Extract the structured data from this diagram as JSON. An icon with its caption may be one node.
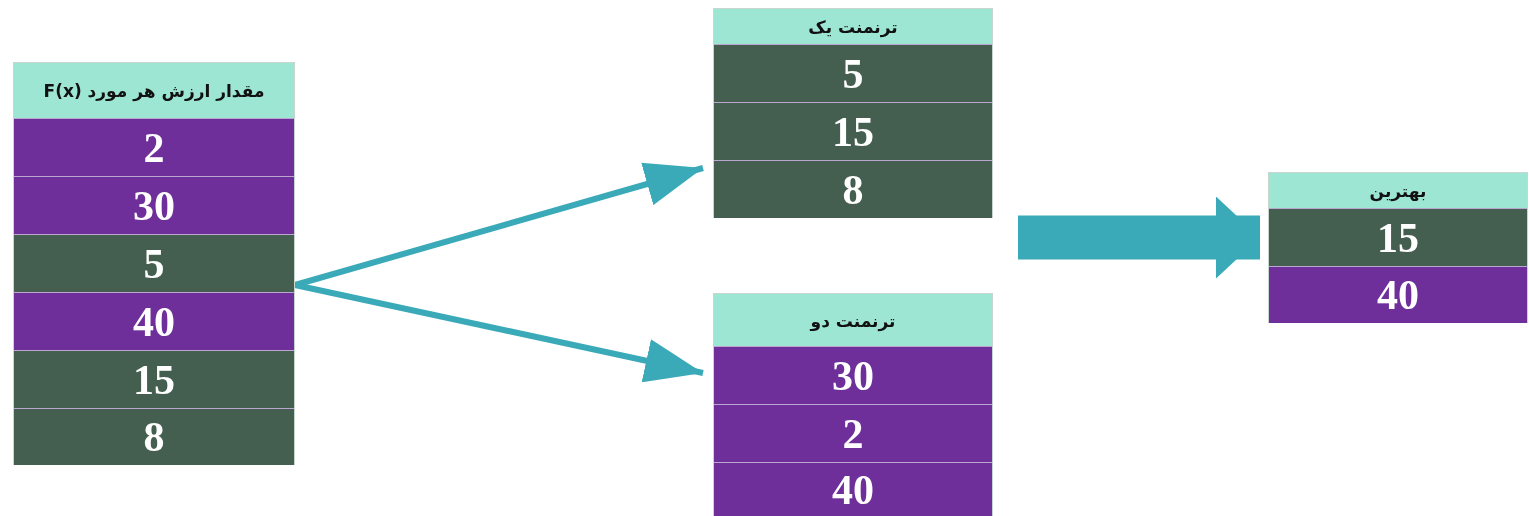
{
  "diagram": {
    "nodes": [
      {
        "text": [
          "مقدار ارزش هر مورد F(x)"
        ]
      },
      {
        "text": [
          "2"
        ],
        "in": 0
      },
      {
        "text": [
          "30"
        ],
        "in": 0
      },
      {
        "text": [
          "5"
        ],
        "in": 0
      },
      {
        "text": [
          "40"
        ],
        "in": 0
      },
      {
        "text": [
          "15"
        ],
        "in": 0
      },
      {
        "text": [
          "8"
        ],
        "in": 0
      },
      {
        "text": [
          "ترنمنت یک"
        ]
      },
      {
        "text": [
          "5"
        ],
        "in": 7
      },
      {
        "text": [
          "15"
        ],
        "in": 7
      },
      {
        "text": [
          "8"
        ],
        "in": 7
      },
      {
        "text": [
          "ترنمنت دو"
        ]
      },
      {
        "text": [
          "30"
        ],
        "in": 11
      },
      {
        "text": [
          "2"
        ],
        "in": 11
      },
      {
        "text": [
          "40"
        ],
        "in": 11
      },
      {
        "text": [
          "بهترین"
        ]
      },
      {
        "text": [
          "15"
        ],
        "in": 15
      },
      {
        "text": [
          "40"
        ],
        "in": 15
      }
    ],
    "edges": [
      {
        "from": 0,
        "to": 7,
        "arrow": "to"
      },
      {
        "from": 0,
        "to": 11,
        "arrow": "to"
      },
      {
        "from": null,
        "to": 15,
        "arrow": "to",
        "style": "thick"
      }
    ]
  }
}
